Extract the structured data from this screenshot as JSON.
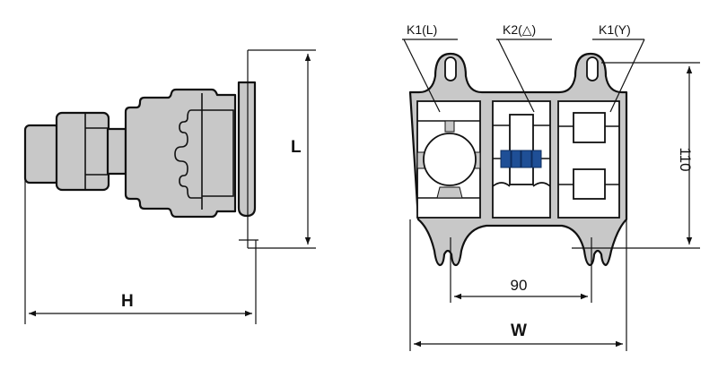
{
  "side_view": {
    "height_label": "H",
    "length_label": "L"
  },
  "front_view": {
    "callouts": [
      "K1(L)",
      "K2(△)",
      "K1(Y)"
    ],
    "dimension_height": "110",
    "dimension_spacing": "90",
    "width_label": "W"
  },
  "colors": {
    "body": "#c8c8c8",
    "contact_block": "#1f4f96"
  }
}
